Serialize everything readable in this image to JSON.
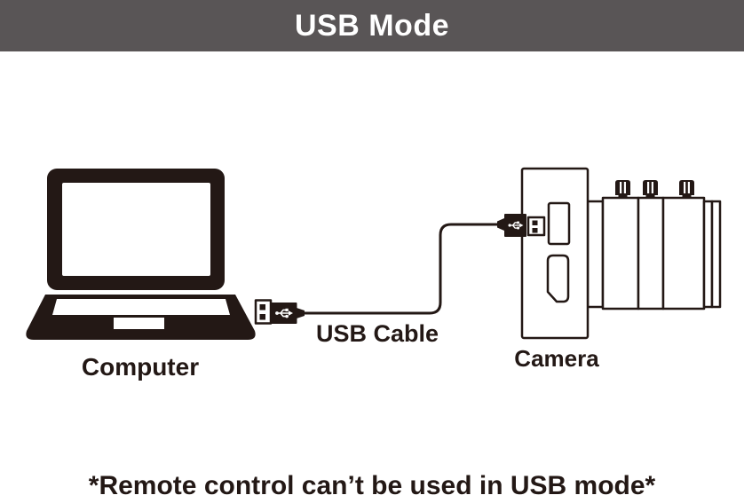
{
  "colors": {
    "header_bg": "#595556",
    "header_text": "#ffffff",
    "ink": "#231815",
    "background": "#ffffff"
  },
  "header": {
    "title": "USB Mode"
  },
  "diagram": {
    "computer": {
      "label": "Computer",
      "icon": "laptop-icon"
    },
    "cable": {
      "label": "USB Cable",
      "icon": "usb-cable-line"
    },
    "camera": {
      "label": "Camera",
      "icon": "camera-icon"
    },
    "connectors": {
      "left_plug_icon": "usb-plug-icon",
      "right_plug_icon": "usb-plug-icon",
      "plug_symbol": "usb-trident-icon"
    }
  },
  "footnote": {
    "text": "*Remote control can’t be used in USB mode*"
  }
}
